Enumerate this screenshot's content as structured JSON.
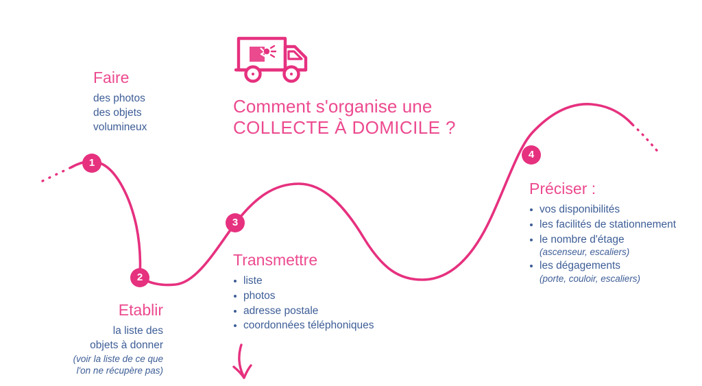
{
  "theme": {
    "pink": "#e6317f",
    "pink_light": "#ec4a8f",
    "navy": "#3d5d96",
    "background": "#ffffff"
  },
  "header": {
    "icon": "delivery-truck-icon",
    "title_line_1": "Comment s'organise une",
    "title_line_2": "COLLECTE À DOMICILE ?"
  },
  "steps": [
    {
      "number": "1",
      "label": "step-1"
    },
    {
      "number": "2",
      "label": "step-2"
    },
    {
      "number": "3",
      "label": "step-3"
    },
    {
      "number": "4",
      "label": "step-4"
    }
  ],
  "blocks": {
    "faire": {
      "title": "Faire",
      "lines": [
        "des photos",
        "des objets",
        "volumineux"
      ]
    },
    "etablir": {
      "title": "Etablir",
      "lines": [
        "la liste des",
        "objets à donner"
      ],
      "note_lines": [
        "(voir la liste de ce que",
        "l'on ne récupère pas)"
      ]
    },
    "transmettre": {
      "title": "Transmettre",
      "bullets": [
        {
          "text": "liste"
        },
        {
          "text": "photos"
        },
        {
          "text": "adresse postale"
        },
        {
          "text": "coordonnées téléphoniques"
        }
      ]
    },
    "preciser": {
      "title": "Préciser :",
      "bullets": [
        {
          "text": "vos disponibilités"
        },
        {
          "text": "les facilités de stationnement"
        },
        {
          "text": "le nombre d'étage",
          "sub": "(ascenseur, escaliers)"
        },
        {
          "text": "les dégagements",
          "sub": "(porte, couloir, escaliers)"
        }
      ]
    }
  },
  "decorations": {
    "curve": "pink-wavy-path",
    "dotted_start": "dotted-left-tail",
    "dotted_end": "dotted-right-tail",
    "arrow": "down-arrow"
  }
}
